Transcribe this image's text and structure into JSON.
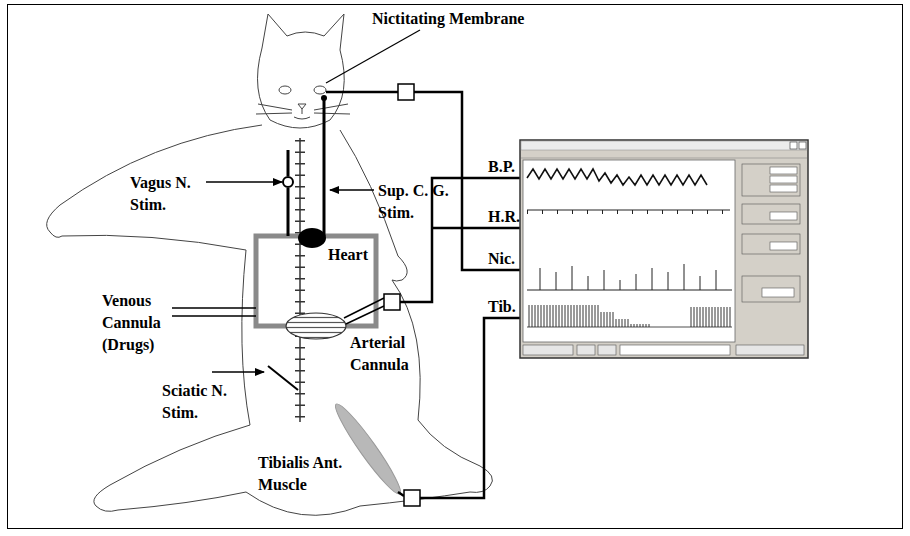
{
  "diagram": {
    "labels": [
      "Nictitating Membrane",
      "Vagus N. Stim.",
      "Sup. C. G. Stim.",
      "Heart",
      "Venous Cannula (Drugs)",
      "Arterial Cannula",
      "Sciatic N. Stim.",
      "Tibialis Ant. Muscle",
      "B.P.",
      "H.R.",
      "Nic.",
      "Tib."
    ]
  }
}
